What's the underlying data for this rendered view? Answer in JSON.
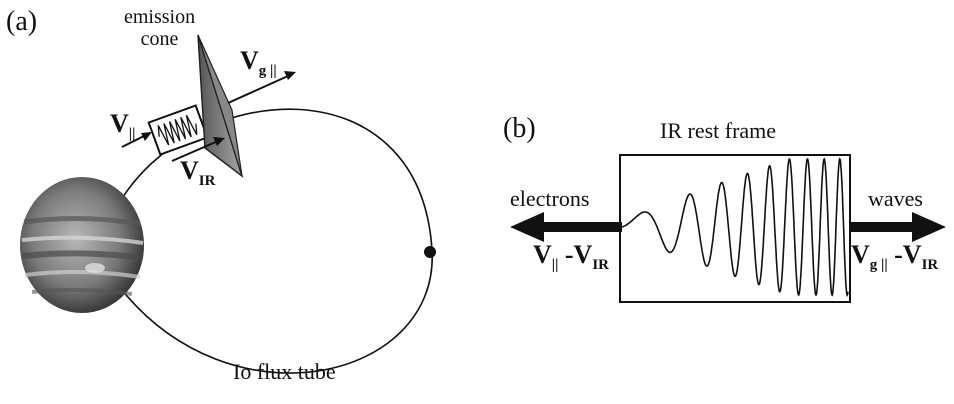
{
  "panel_a": {
    "tag": "(a)",
    "emission_cone_label": "emission\ncone",
    "v_parallel": {
      "base": "V",
      "sub": "||"
    },
    "v_group": {
      "base": "V",
      "sub": "g ||"
    },
    "v_ir": {
      "base": "V",
      "sub": "IR"
    },
    "flux_tube_label": "Io flux tube"
  },
  "panel_b": {
    "tag": "(b)",
    "frame_label": "IR rest frame",
    "left_label": "electrons",
    "right_label": "waves",
    "left_velocity": {
      "base": "V",
      "sub": "||",
      "minus": " -V",
      "sub2": "IR"
    },
    "right_velocity": {
      "base": "V",
      "sub": "g ||",
      "minus": " -V",
      "sub2": "IR"
    }
  }
}
